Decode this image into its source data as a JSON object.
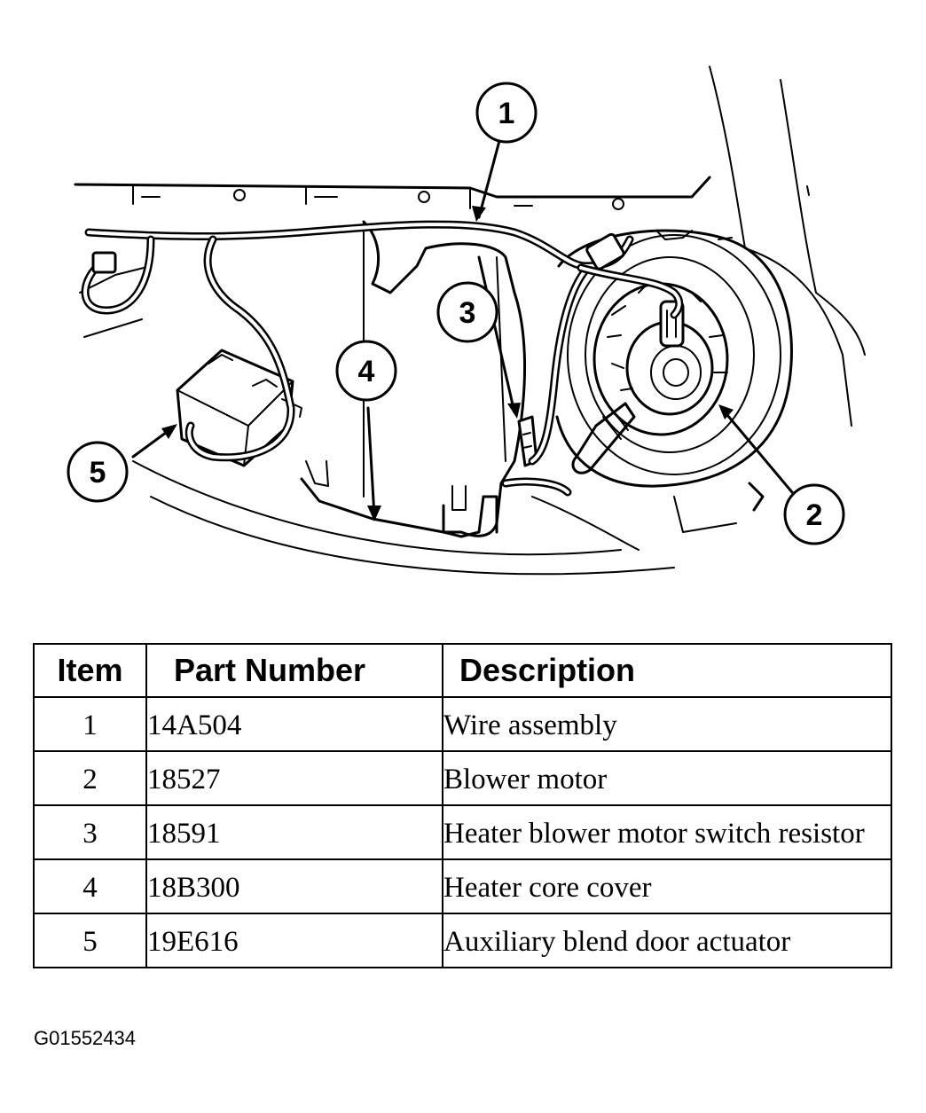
{
  "callouts": [
    "1",
    "2",
    "3",
    "4",
    "5"
  ],
  "table": {
    "headers": {
      "item": "Item",
      "part_number": "Part Number",
      "description": "Description"
    },
    "rows": [
      {
        "item": "1",
        "part_number": "14A504",
        "description": "Wire assembly"
      },
      {
        "item": "2",
        "part_number": "18527",
        "description": "Blower motor"
      },
      {
        "item": "3",
        "part_number": "18591",
        "description": "Heater blower motor switch resistor"
      },
      {
        "item": "4",
        "part_number": "18B300",
        "description": "Heater core cover"
      },
      {
        "item": "5",
        "part_number": "19E616",
        "description": "Auxiliary blend door actuator"
      }
    ]
  },
  "figure_id": "G01552434"
}
